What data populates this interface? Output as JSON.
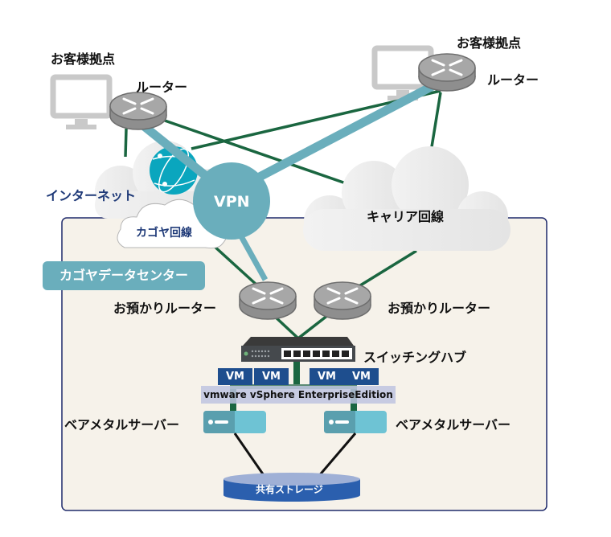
{
  "diagram": {
    "customer_sites": [
      {
        "site_label": "お客様拠点",
        "router_label": "ルーター"
      },
      {
        "site_label": "お客様拠点",
        "router_label": "ルーター"
      }
    ],
    "internet_label": "インターネット",
    "vpn_label": "VPN",
    "kagoya_line_label": "カゴヤ回線",
    "carrier_line_label": "キャリア回線",
    "datacenter_label": "カゴヤデータセンター",
    "hosted_routers": [
      {
        "label": "お預かりルーター"
      },
      {
        "label": "お預かりルーター"
      }
    ],
    "switch_label": "スイッチングハブ",
    "vms": [
      "VM",
      "VM",
      "VM",
      "VM"
    ],
    "vsphere_label": "vmware vSphere EnterpriseEdition",
    "servers": [
      {
        "label": "ベアメタルサーバー"
      },
      {
        "label": "ベアメタルサーバー"
      }
    ],
    "storage_label": "共有ストレージ",
    "colors": {
      "vpn_link": "#6aaebc",
      "network_link": "#1a6640",
      "storage_link": "#111111",
      "datacenter_border": "#1f2a6b",
      "datacenter_fill": "#f6f2ea",
      "globe": "#0aa6be",
      "server_dark": "#5a9fae",
      "server_light": "#6ec3d4",
      "storage_top": "#9fb0d6",
      "storage_body": "#2b5fae",
      "vm_fill": "#1e4e8e"
    }
  }
}
